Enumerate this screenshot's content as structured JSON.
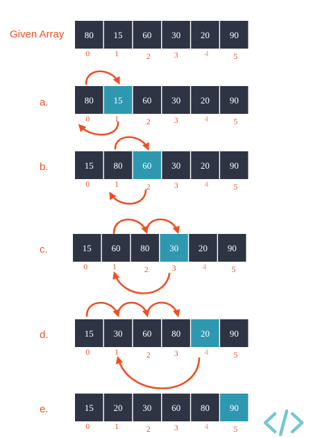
{
  "given_label": "Given Array",
  "colors": {
    "cell": "#2e3444",
    "highlight": "#2e98b0",
    "label": "#f04e23",
    "index": "#e8552f",
    "index_faded": "#f29a82",
    "arrow": "#f04e23",
    "logo": "#74c6d2"
  },
  "logo_icon": "code-brackets-icon",
  "rows": [
    {
      "label": "",
      "values": [
        "80",
        "15",
        "60",
        "30",
        "20",
        "90"
      ],
      "highlight": -1
    },
    {
      "label": "a.",
      "values": [
        "80",
        "15",
        "60",
        "30",
        "20",
        "90"
      ],
      "highlight": 1
    },
    {
      "label": "b.",
      "values": [
        "15",
        "80",
        "60",
        "30",
        "20",
        "90"
      ],
      "highlight": 2
    },
    {
      "label": "c.",
      "values": [
        "15",
        "60",
        "80",
        "30",
        "20",
        "90"
      ],
      "highlight": 3
    },
    {
      "label": "d.",
      "values": [
        "15",
        "30",
        "60",
        "80",
        "20",
        "90"
      ],
      "highlight": 4
    },
    {
      "label": "e.",
      "values": [
        "15",
        "20",
        "30",
        "60",
        "80",
        "90"
      ],
      "highlight": 5
    }
  ],
  "indices": [
    "0",
    "1",
    "2",
    "3",
    "4",
    "5"
  ]
}
